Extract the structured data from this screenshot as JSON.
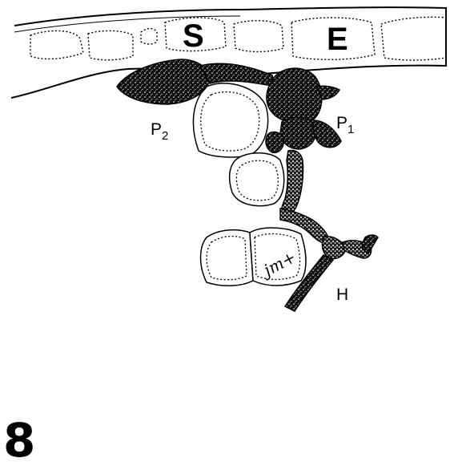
{
  "labels": {
    "s": "S",
    "e": "E",
    "p2_main": "P",
    "p2_sub": "2",
    "p1_main": "P",
    "p1_sub": "1",
    "h": "H",
    "signature": "jm+"
  },
  "figure_number": "8"
}
